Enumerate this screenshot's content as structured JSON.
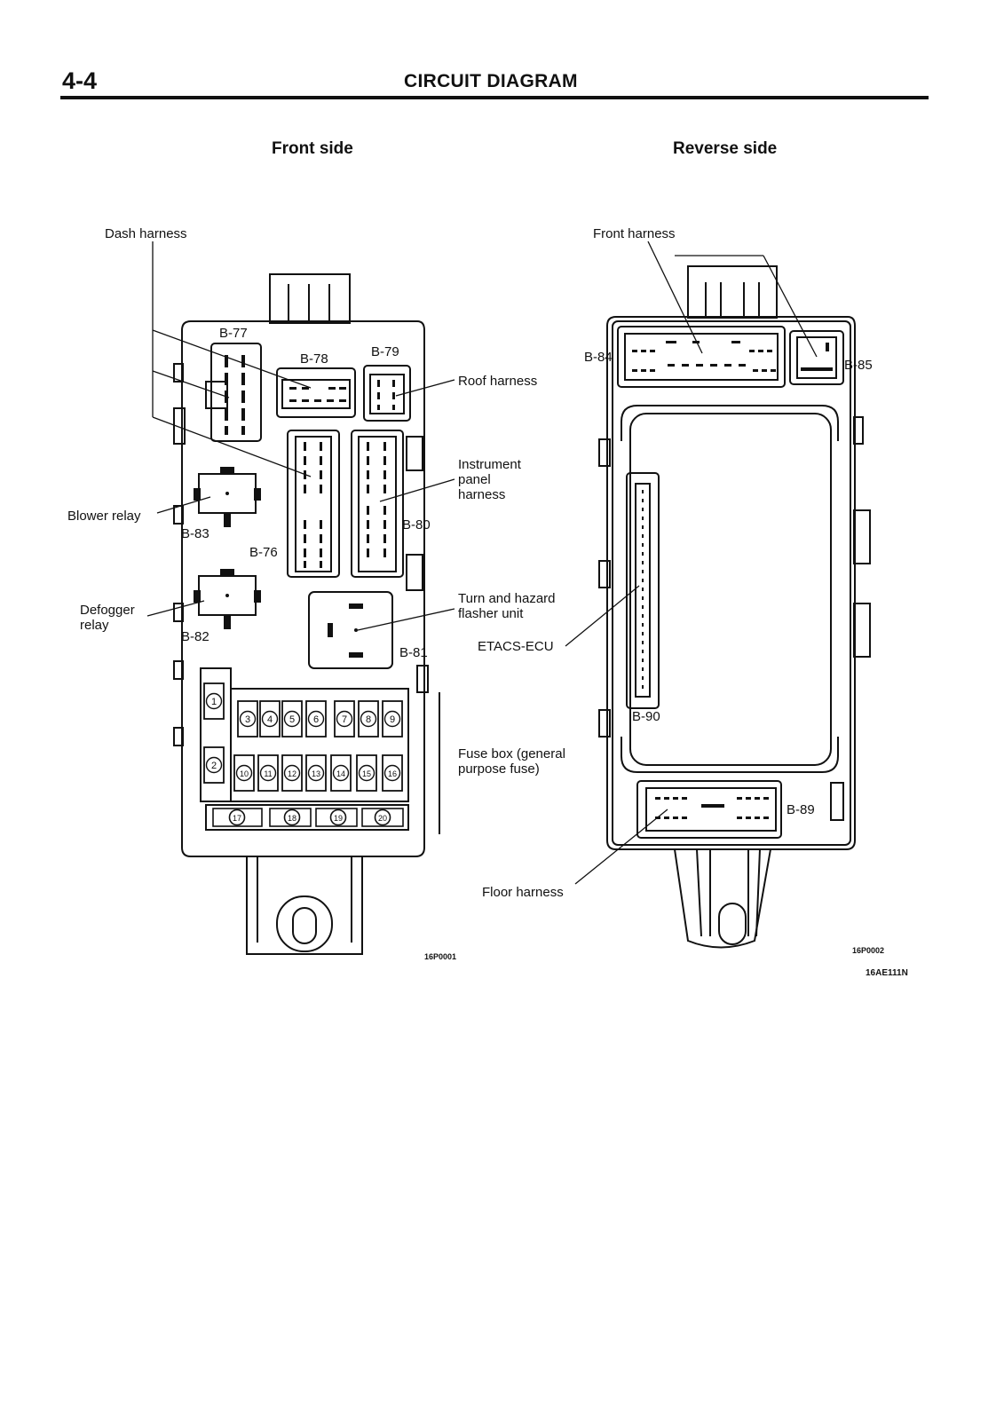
{
  "header": {
    "page_number": "4-4",
    "title": "CIRCUIT DIAGRAM"
  },
  "front": {
    "heading": "Front side",
    "labels": {
      "dash_harness": "Dash harness",
      "roof_harness": "Roof harness",
      "instrument_panel_harness_1": "Instrument",
      "instrument_panel_harness_2": "panel",
      "instrument_panel_harness_3": "harness",
      "blower_relay": "Blower relay",
      "defogger_relay_1": "Defogger",
      "defogger_relay_2": "relay",
      "turn_hazard_1": "Turn  and  hazard",
      "turn_hazard_2": "flasher unit",
      "fuse_box_1": "Fuse box (general",
      "fuse_box_2": "purpose fuse)"
    },
    "connectors": {
      "b76": "B-76",
      "b77": "B-77",
      "b78": "B-78",
      "b79": "B-79",
      "b80": "B-80",
      "b81": "B-81",
      "b82": "B-82",
      "b83": "B-83"
    },
    "fuses_row1": [
      "1",
      "3",
      "4",
      "5",
      "6",
      "7",
      "8",
      "9"
    ],
    "fuses_row2": [
      "2",
      "10",
      "11",
      "12",
      "13",
      "14",
      "15",
      "16"
    ],
    "fuses_row3": [
      "17",
      "18",
      "19",
      "20"
    ],
    "figure_code": "16P0001"
  },
  "reverse": {
    "heading": "Reverse side",
    "labels": {
      "front_harness": "Front harness",
      "etacs_ecu": "ETACS-ECU",
      "floor_harness": "Floor harness"
    },
    "connectors": {
      "b84": "B-84",
      "b85": "B-85",
      "b89": "B-89",
      "b90": "B-90"
    },
    "figure_code": "16P0002"
  },
  "page_code": "16AE111N"
}
